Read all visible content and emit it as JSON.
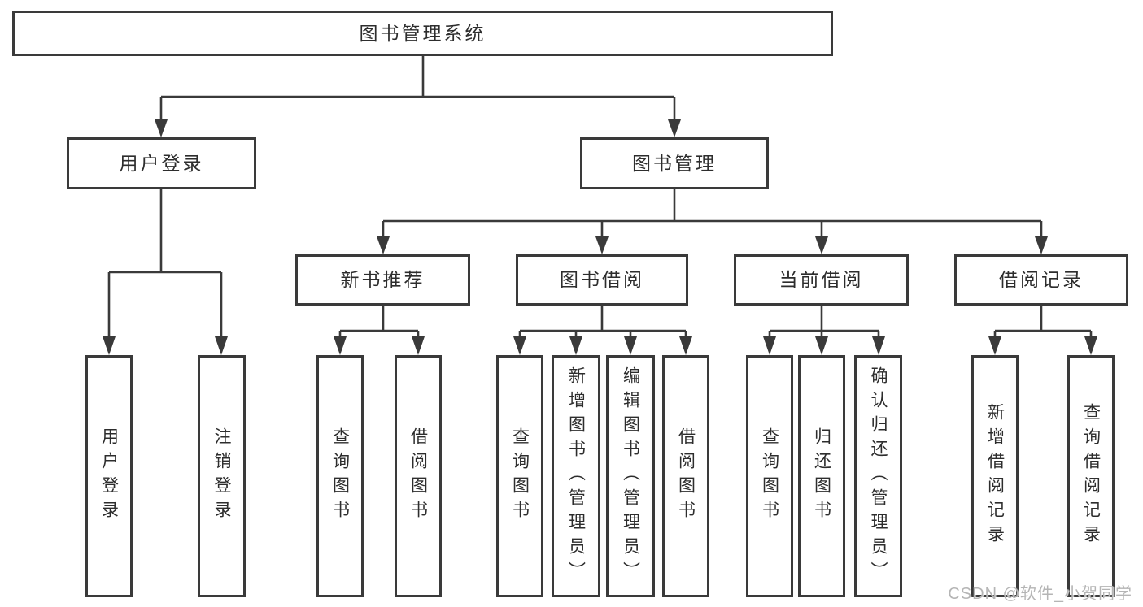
{
  "diagram": {
    "tree": {
      "root": {
        "label": "图书管理系统"
      },
      "user_login": {
        "label": "用户登录",
        "children": [
          {
            "label": "用户登录"
          },
          {
            "label": "注销登录"
          }
        ]
      },
      "book_management": {
        "label": "图书管理",
        "sections": {
          "new_book_recommend": {
            "label": "新书推荐",
            "children": [
              {
                "label": "查询图书"
              },
              {
                "label": "借阅图书"
              }
            ]
          },
          "book_borrowing": {
            "label": "图书借阅",
            "children": [
              {
                "label": "查询图书"
              },
              {
                "label": "新增图书（管理员）"
              },
              {
                "label": "编辑图书（管理员）"
              },
              {
                "label": "借阅图书"
              }
            ]
          },
          "current_borrowing": {
            "label": "当前借阅",
            "children": [
              {
                "label": "查询图书"
              },
              {
                "label": "归还图书"
              },
              {
                "label": "确认归还（管理员）"
              }
            ]
          },
          "borrowing_records": {
            "label": "借阅记录",
            "children": [
              {
                "label": "新增借阅记录"
              },
              {
                "label": "查询借阅记录"
              }
            ]
          }
        }
      }
    },
    "colors": {
      "line": "#3a3a3a",
      "box_border": "#3a3a3a",
      "box_fill": "#ffffff",
      "text": "#2d2d2d",
      "background": "#ffffff",
      "watermark": "#b5b5b5"
    }
  },
  "watermark": {
    "text": "CSDN @软件_小贺同学"
  }
}
